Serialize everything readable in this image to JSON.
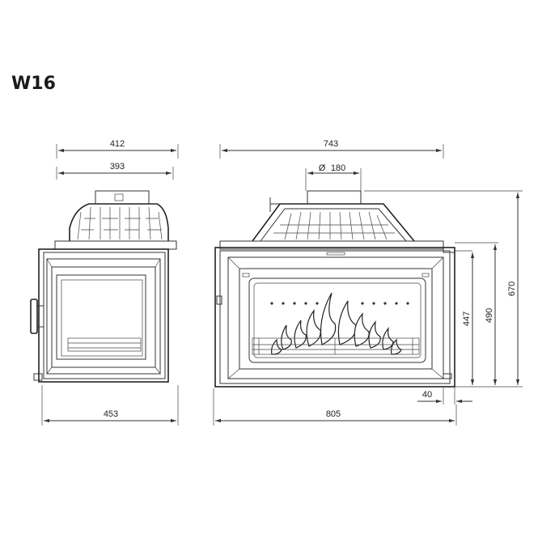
{
  "title": "W16",
  "side_view": {
    "dims": {
      "outer_top": "412",
      "inner_top": "393",
      "bottom": "453"
    }
  },
  "front_view": {
    "dims": {
      "top": "743",
      "flue": "180",
      "flue_symbol": "Ø",
      "bottom": "805",
      "right_447": "447",
      "right_490": "490",
      "right_670": "670",
      "offset_40": "40"
    }
  },
  "colors": {
    "line": "#333333",
    "background": "#ffffff"
  }
}
